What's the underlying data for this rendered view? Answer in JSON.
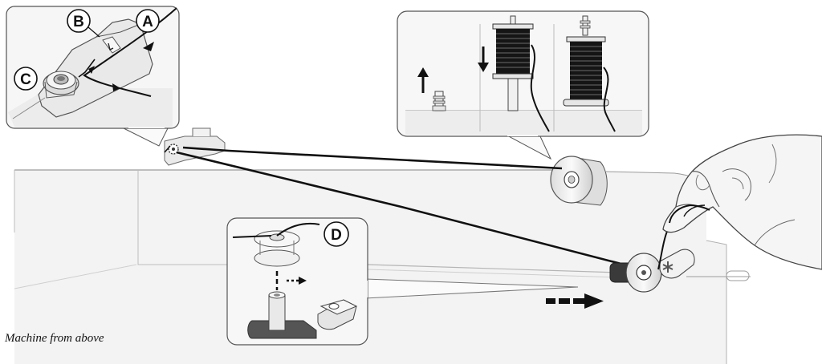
{
  "caption": "Machine from above",
  "callouts": {
    "a": "A",
    "b": "B",
    "c": "C",
    "d": "D"
  },
  "colors": {
    "line": "#111111",
    "machine_fill": "#f1f1f1",
    "machine_shade": "#d9d9d9",
    "thread": "#111111",
    "panel_border": "#555555",
    "hand_fill": "#f4f4f4"
  },
  "icons": [
    "arrow-up-icon",
    "arrow-down-icon",
    "arrow-right-dashed-icon",
    "asterisk-icon"
  ]
}
